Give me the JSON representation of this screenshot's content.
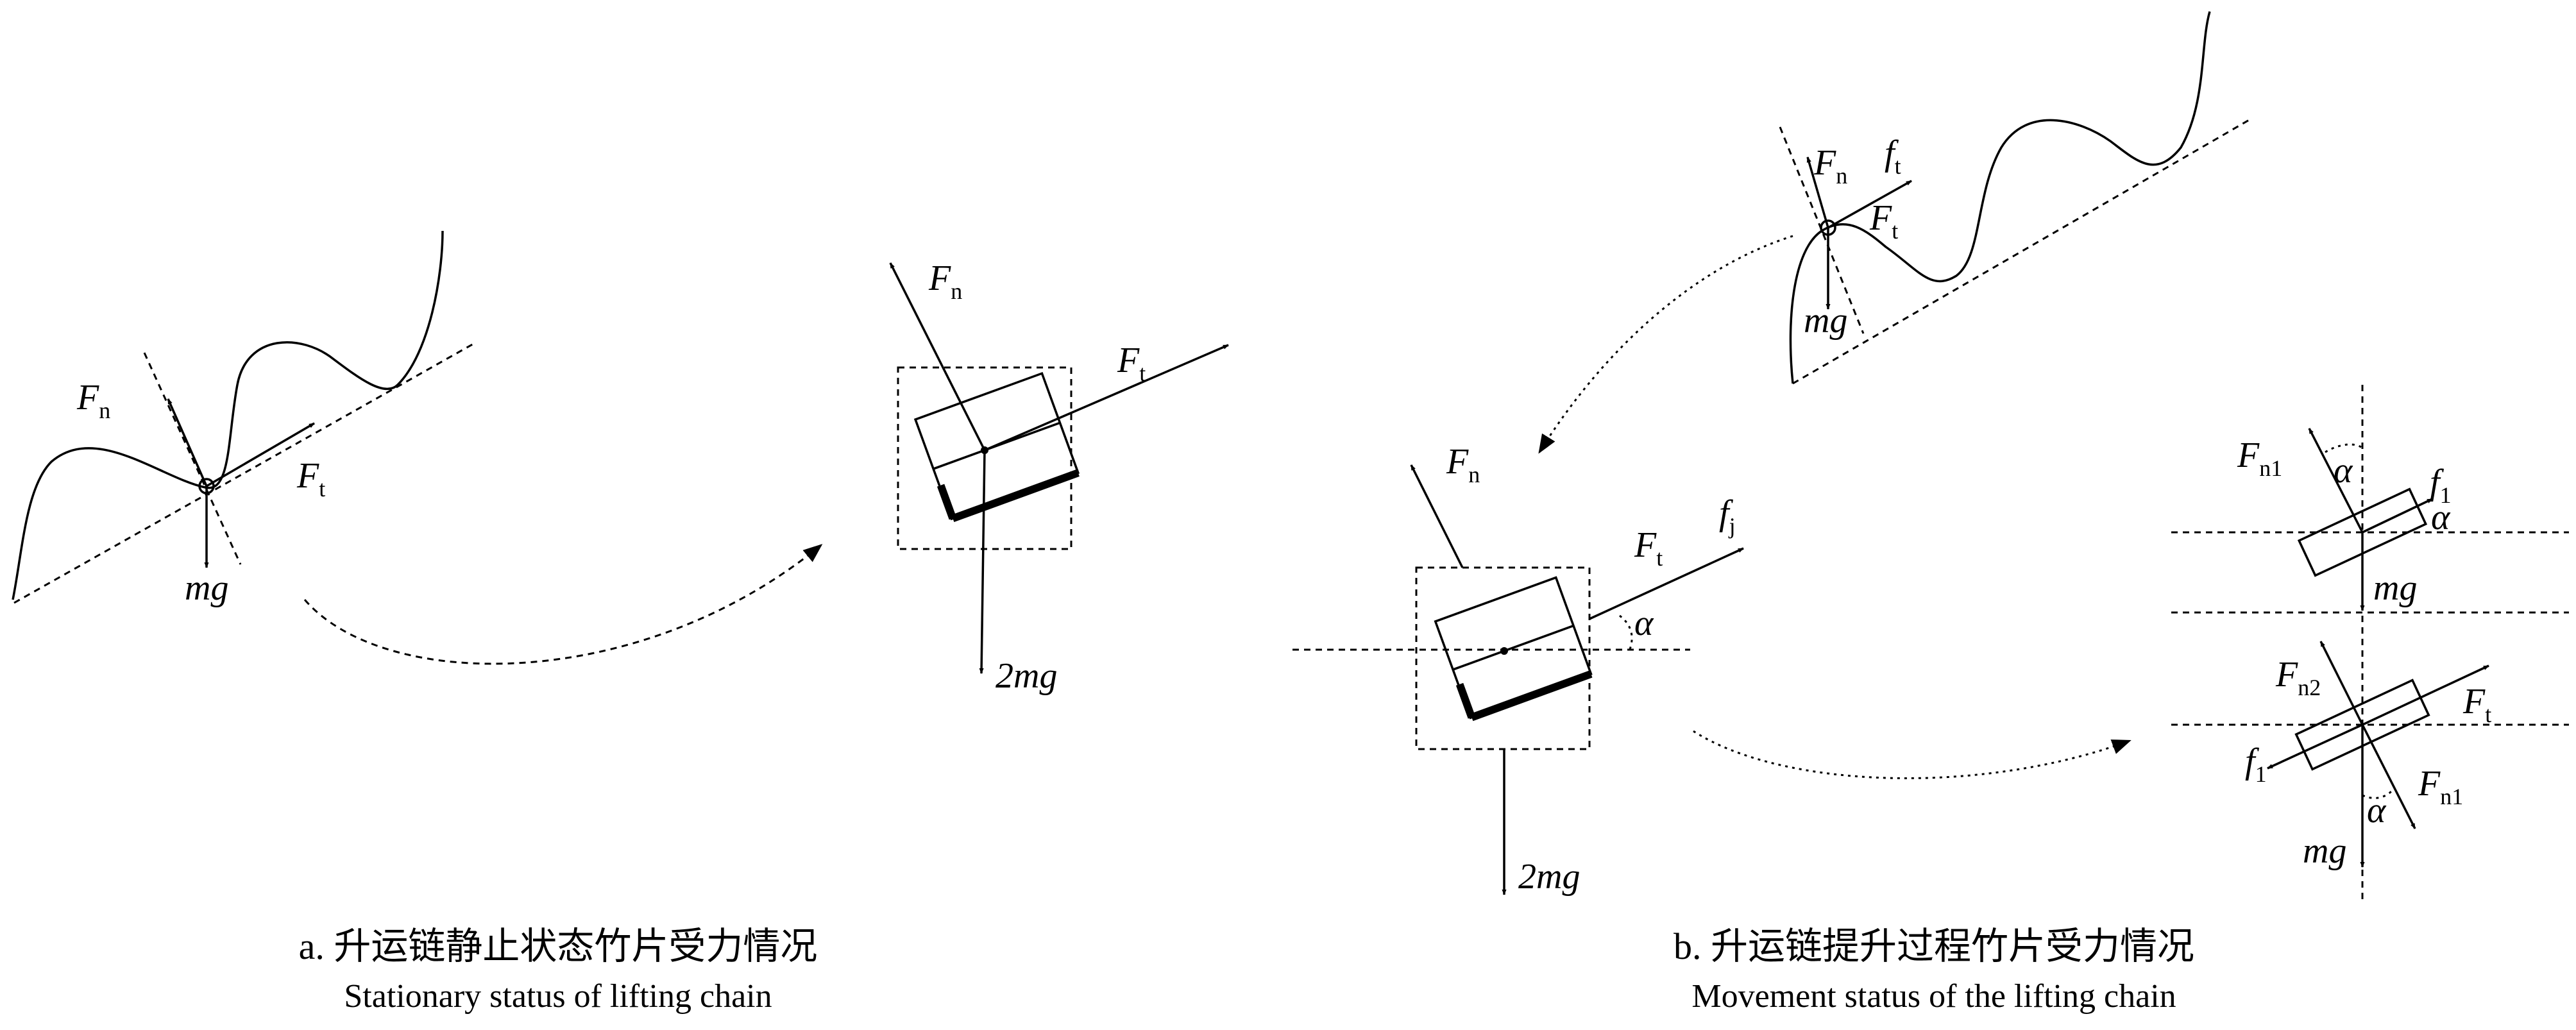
{
  "panel_a": {
    "caption_zh": "a. 升运链静止状态竹片受力情况",
    "caption_en": "Stationary status of lifting chain",
    "chain": {
      "Fn": "F",
      "Fn_sub": "n",
      "Ft": "F",
      "Ft_sub": "t",
      "mg": "mg"
    },
    "box": {
      "Fn": "F",
      "Fn_sub": "n",
      "Ft": "F",
      "Ft_sub": "t",
      "weight": "2mg"
    }
  },
  "panel_b": {
    "caption_zh": "b. 升运链提升过程竹片受力情况",
    "caption_en": "Movement status of the lifting chain",
    "chain": {
      "Fn": "F",
      "Fn_sub": "n",
      "ft": "f",
      "ft_sub": "t",
      "Ft": "F",
      "Ft_sub": "t",
      "mg": "mg"
    },
    "box": {
      "Fn": "F",
      "Fn_sub": "n",
      "Ft": "F",
      "Ft_sub": "t",
      "fj": "f",
      "fj_sub": "j",
      "alpha": "α",
      "weight": "2mg"
    },
    "upper_plate": {
      "Fn1": "F",
      "Fn1_sub": "n1",
      "f1": "f",
      "f1_sub": "1",
      "alpha_top": "α",
      "alpha_side": "α",
      "mg": "mg"
    },
    "lower_plate": {
      "Fn2": "F",
      "Fn2_sub": "n2",
      "Ft": "F",
      "Ft_sub": "t",
      "f1": "f",
      "f1_sub": "1",
      "Fn1": "F",
      "Fn1_sub": "n1",
      "alpha": "α",
      "mg": "mg"
    }
  }
}
